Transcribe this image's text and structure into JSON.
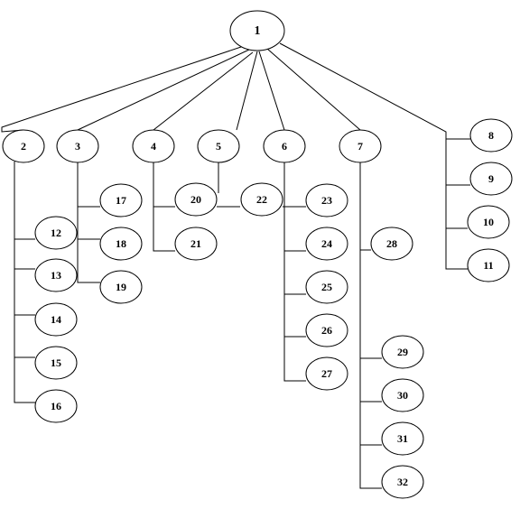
{
  "tree": {
    "root": "1",
    "nodes": [
      {
        "id": "1",
        "label": "1"
      },
      {
        "id": "2",
        "label": "2"
      },
      {
        "id": "3",
        "label": "3"
      },
      {
        "id": "4",
        "label": "4"
      },
      {
        "id": "5",
        "label": "5"
      },
      {
        "id": "6",
        "label": "6"
      },
      {
        "id": "7",
        "label": "7"
      },
      {
        "id": "8",
        "label": "8"
      },
      {
        "id": "9",
        "label": "9"
      },
      {
        "id": "10",
        "label": "10"
      },
      {
        "id": "11",
        "label": "11"
      },
      {
        "id": "12",
        "label": "12"
      },
      {
        "id": "13",
        "label": "13"
      },
      {
        "id": "14",
        "label": "14"
      },
      {
        "id": "15",
        "label": "15"
      },
      {
        "id": "16",
        "label": "16"
      },
      {
        "id": "17",
        "label": "17"
      },
      {
        "id": "18",
        "label": "18"
      },
      {
        "id": "19",
        "label": "19"
      },
      {
        "id": "20",
        "label": "20"
      },
      {
        "id": "21",
        "label": "21"
      },
      {
        "id": "22",
        "label": "22"
      },
      {
        "id": "23",
        "label": "23"
      },
      {
        "id": "24",
        "label": "24"
      },
      {
        "id": "25",
        "label": "25"
      },
      {
        "id": "26",
        "label": "26"
      },
      {
        "id": "27",
        "label": "27"
      },
      {
        "id": "28",
        "label": "28"
      },
      {
        "id": "29",
        "label": "29"
      },
      {
        "id": "30",
        "label": "30"
      },
      {
        "id": "31",
        "label": "31"
      },
      {
        "id": "32",
        "label": "32"
      }
    ],
    "edges": [
      [
        "1",
        "2"
      ],
      [
        "1",
        "3"
      ],
      [
        "1",
        "4"
      ],
      [
        "1",
        "5"
      ],
      [
        "1",
        "6"
      ],
      [
        "1",
        "7"
      ],
      [
        "1",
        "8"
      ],
      [
        "1",
        "9"
      ],
      [
        "1",
        "10"
      ],
      [
        "1",
        "11"
      ],
      [
        "2",
        "12"
      ],
      [
        "2",
        "13"
      ],
      [
        "2",
        "14"
      ],
      [
        "2",
        "15"
      ],
      [
        "2",
        "16"
      ],
      [
        "3",
        "17"
      ],
      [
        "3",
        "18"
      ],
      [
        "3",
        "19"
      ],
      [
        "4",
        "20"
      ],
      [
        "4",
        "21"
      ],
      [
        "5",
        "20"
      ],
      [
        "20",
        "22"
      ],
      [
        "6",
        "22"
      ],
      [
        "6",
        "23"
      ],
      [
        "6",
        "24"
      ],
      [
        "6",
        "25"
      ],
      [
        "6",
        "26"
      ],
      [
        "6",
        "27"
      ],
      [
        "7",
        "28"
      ],
      [
        "7",
        "29"
      ],
      [
        "7",
        "30"
      ],
      [
        "7",
        "31"
      ],
      [
        "7",
        "32"
      ]
    ]
  }
}
